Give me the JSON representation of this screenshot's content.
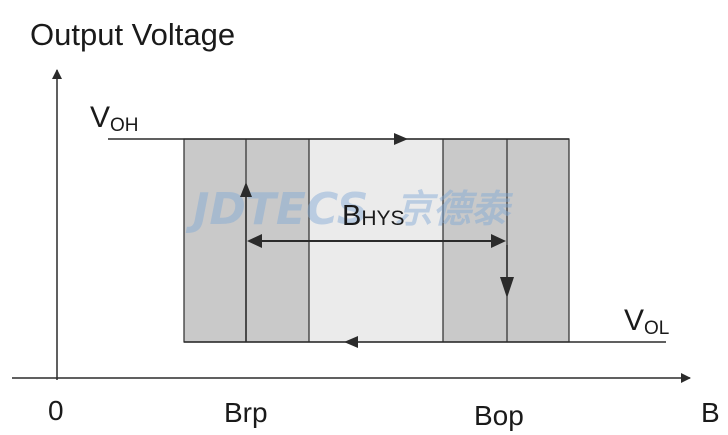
{
  "labels": {
    "y_axis": "Output Voltage",
    "origin": "0",
    "x_axis": "B",
    "voh_main": "V",
    "voh_sub": "OH",
    "vol_main": "V",
    "vol_sub": "OL",
    "bhys_main": "B",
    "bhys_sub": "HYS",
    "brp": "Brp",
    "bop": "Bop"
  },
  "watermark": {
    "latin": "JDTECS",
    "cjk": "京德泰"
  },
  "colors": {
    "dark_band": "#c9c9c9",
    "light_band": "#ebebeb",
    "line": "#2b2b2b",
    "text": "#1a1a1a"
  }
}
